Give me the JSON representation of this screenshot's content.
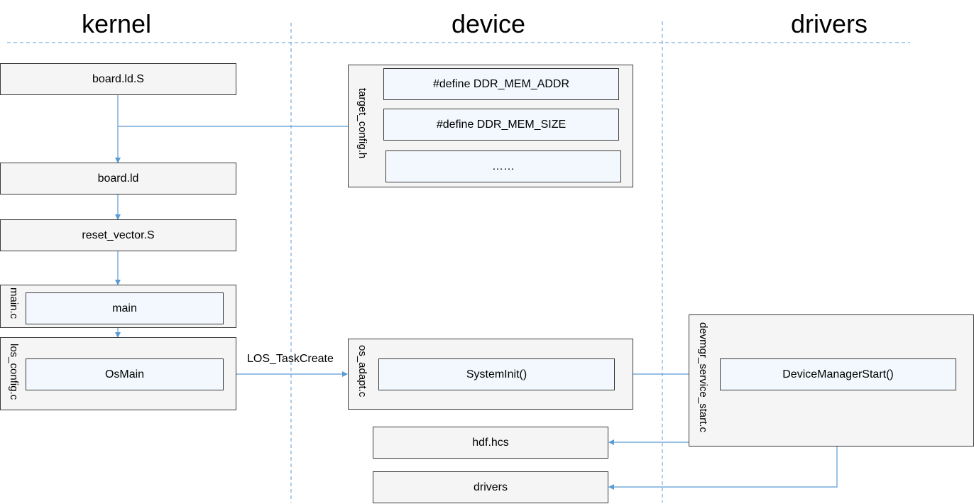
{
  "columns": {
    "kernel": "kernel",
    "device": "device",
    "drivers": "drivers"
  },
  "kernel": {
    "board_ld_s": "board.ld.S",
    "board_ld": "board.ld",
    "reset_vector": "reset_vector.S",
    "main_c": {
      "file": "main.c",
      "func": "main"
    },
    "los_config_c": {
      "file": "los_config.c",
      "func": "OsMain"
    }
  },
  "device": {
    "target_config": {
      "file": "target_config.h",
      "items": [
        "#define DDR_MEM_ADDR",
        "#define DDR_MEM_SIZE",
        "……"
      ]
    },
    "os_adapt": {
      "file": "os_adapt.c",
      "func": "SystemInit()"
    },
    "hdf_hcs": "hdf.hcs",
    "drivers_box": "drivers"
  },
  "drivers": {
    "devmgr": {
      "file": "devmgr_service_start.c",
      "func": "DeviceManagerStart()"
    }
  },
  "edges": {
    "task_create": "LOS_TaskCreate"
  },
  "colors": {
    "arrow": "#5b9bd5",
    "divider": "#5b9bd5",
    "box_fill": "#f5f5f5",
    "inner_fill": "#f2f8fd",
    "border": "#3a3a3a"
  }
}
